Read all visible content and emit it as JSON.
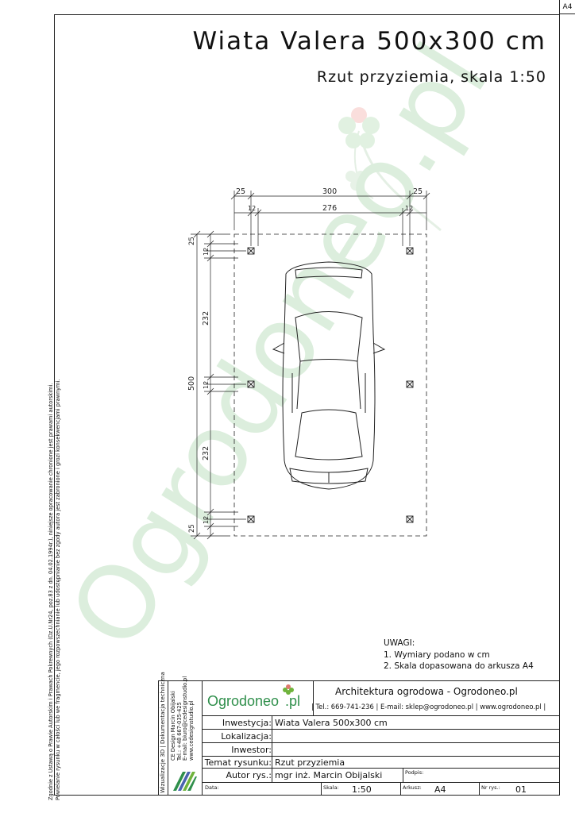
{
  "sheet": {
    "format_tab": "A4"
  },
  "header": {
    "title": "Wiata Valera 500x300 cm",
    "subtitle": "Rzut przyziemia, skala 1:50"
  },
  "watermark": {
    "text": "Ogrodoneo.pl",
    "color": "#dceedd"
  },
  "dimensions": {
    "top_outer": [
      "25",
      "300",
      "25"
    ],
    "top_inner": [
      "12",
      "276",
      "12"
    ],
    "left_outer": "500",
    "left_inner": [
      "25",
      "12",
      "232",
      "12",
      "232",
      "12",
      "25"
    ]
  },
  "legal_note": {
    "line1": "Zgodnie z Ustawą o Prawie Autorskim i Prawach Pokrewnych (Dz.U.Nr24, poz.83 z dn. 04.02.1994r.), niniejsze opracowanie chronione jest prawami autorskimi.",
    "line2": "Powielanie rysunku w całości lub we fragmencie, jego rozpowszechnianie lub udostępnianie bez zgody autora jest zabronione i grozi konsekwencjami prawnymi."
  },
  "notes": {
    "heading": "UWAGI:",
    "items": [
      "1. Wymiary podano w cm",
      "2. Skala dopasowana do arkusza A4"
    ]
  },
  "title_block": {
    "side_labels": [
      "Wizualizacje 3D | Dokumentacja techniczna"
    ],
    "contact_side": [
      "CE Design Marcin Obijalski",
      "Tel.: +48 667-035-425",
      "E-mail: biuro@cedesignstudio.pl",
      "www.cedesignstudio.pl"
    ],
    "logo_text": "Ogrodoneo",
    "logo_suffix": ".pl",
    "company": "Architektura ogrodowa - Ogrodoneo.pl",
    "contact_line": "| Tel.: 669-741-236 | E-mail: sklep@ogrodoneo.pl | www.ogrodoneo.pl |",
    "rows": [
      {
        "label": "Inwestycja:",
        "value": "Wiata Valera 500x300 cm"
      },
      {
        "label": "Lokalizacja:",
        "value": ""
      },
      {
        "label": "Inwestor:",
        "value": ""
      },
      {
        "label": "Temat rysunku:",
        "value": "Rzut przyziemia"
      },
      {
        "label": "Autor rys.:",
        "value": "mgr inż. Marcin Obijalski"
      }
    ],
    "podpis_label": "Podpis:",
    "bottom": {
      "data_label": "Data:",
      "data_value": "",
      "skala_label": "Skala:",
      "skala_value": "1:50",
      "arkusz_label": "Arkusz:",
      "arkusz_value": "A4",
      "nr_label": "Nr rys.:",
      "nr_value": "01"
    }
  }
}
